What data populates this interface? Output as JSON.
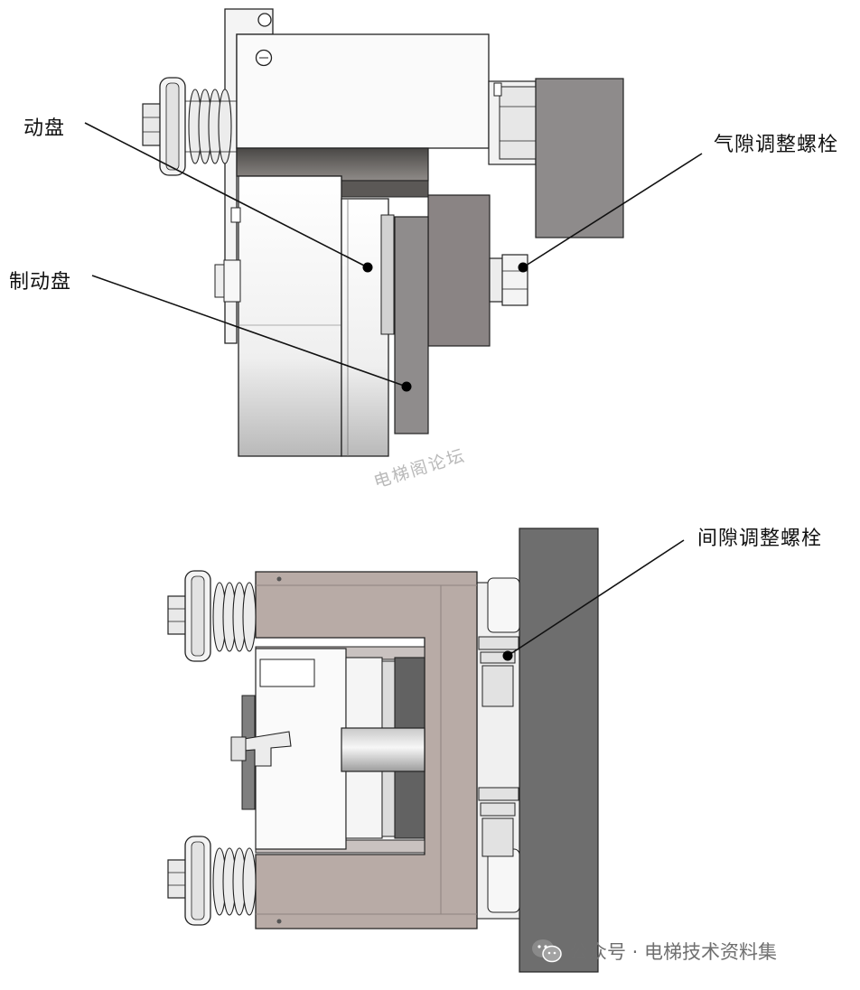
{
  "labels": {
    "moving_disc": "动盘",
    "brake_disc": "制动盘",
    "air_gap_bolt": "气隙调整螺栓",
    "clearance_bolt": "间隙调整螺栓"
  },
  "watermark": "电梯阁论坛",
  "credit": {
    "icon": "wechat-icon",
    "text": "公众号 · 电梯技术资料集"
  },
  "colors": {
    "metal_light": "#f2f2f2",
    "metal_mid": "#d9d9d9",
    "plate_dark": "#6e6e6e",
    "plate_gray": "#8c8787",
    "bracket_pink": "#b7aaa6",
    "spring": "#e6e6e6"
  }
}
